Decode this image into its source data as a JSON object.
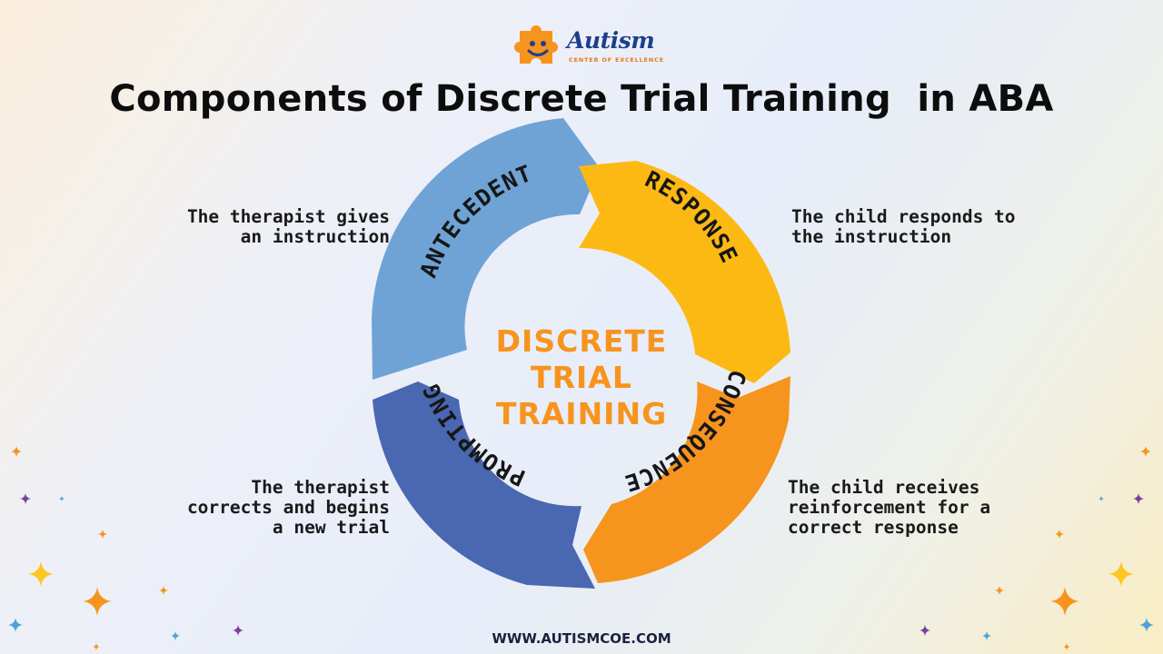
{
  "logo": {
    "word": "Autism",
    "subtitle": "CENTER OF EXCELLENCE",
    "icon": "puzzle-face-icon"
  },
  "title": "Components of Discrete Trial Training  in ABA",
  "center": {
    "lines": [
      "DISCRETE",
      "TRIAL",
      "TRAINING"
    ],
    "color": "#f7941d"
  },
  "segments": [
    {
      "id": "antecedent",
      "label": "ANTECEDENT",
      "color": "#6fa3d6"
    },
    {
      "id": "response",
      "label": "RESPONSE",
      "color": "#fdb913"
    },
    {
      "id": "consequence",
      "label": "CONSEQUENCE",
      "color": "#f7941d"
    },
    {
      "id": "prompting",
      "label": "PROMPTING",
      "color": "#4a67b1"
    }
  ],
  "descriptions": {
    "antecedent": "The therapist gives\nan instruction",
    "response": "The child responds to\nthe instruction",
    "consequence": "The child receives\nreinforcement for a\ncorrect response",
    "prompting": "The therapist\ncorrects and begins\na new trial"
  },
  "footer": "WWW.AUTISMCOE.COM",
  "colors": {
    "title": "#0d0d0d",
    "logo_text": "#1d3f8c",
    "logo_accent": "#f7941d",
    "spark_orange": "#f7941d",
    "spark_yellow": "#fdc623",
    "spark_purple": "#7a3f9e",
    "spark_blue": "#4aa3d8"
  }
}
